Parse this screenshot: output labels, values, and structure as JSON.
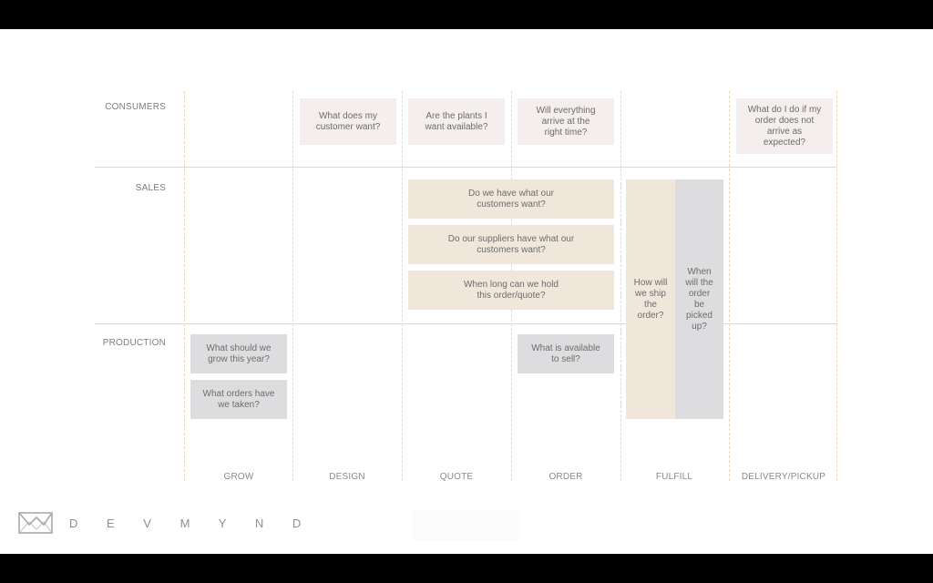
{
  "lanes": {
    "consumers": "CONSUMERS",
    "sales": "SALES",
    "production": "PRODUCTION"
  },
  "columns": {
    "grow": "GROW",
    "design": "DESIGN",
    "quote": "QUOTE",
    "order": "ORDER",
    "fulfill": "FULFILL",
    "delivery": "DELIVERY/PICKUP"
  },
  "cards": {
    "customer_want": "What does my customer want?",
    "plants_available": "Are the plants I want available?",
    "arrive_on_time": "Will everything arrive at the right time?",
    "order_not_expected": "What do I do if my order does not arrive as expected?",
    "have_what_customers_want": "Do we have what our customers want?",
    "suppliers_have": "Do our suppliers have what our customers want?",
    "hold_order": "When long can we hold this order/quote?",
    "how_ship": "How will we ship the order?",
    "when_picked_up": "When will the order be picked up?",
    "grow_this_year": "What should we grow this year?",
    "orders_taken": "What orders have we taken?",
    "available_to_sell": "What is available to sell?"
  },
  "brand": {
    "name": "D E V M Y N D"
  },
  "colors": {
    "consumer_card": "#f4efee",
    "sales_card": "#f0e7da",
    "production_card": "#dddddf",
    "divider": "#ecd6b4"
  }
}
